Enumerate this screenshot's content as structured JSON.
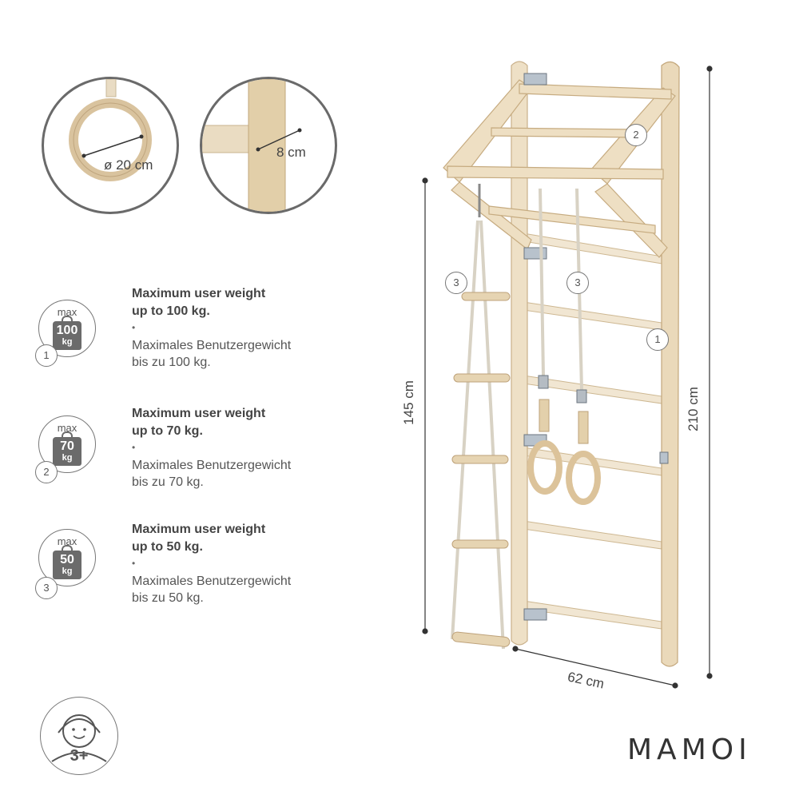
{
  "detail_ring": {
    "label": "ø 20 cm"
  },
  "detail_rung": {
    "label": "8 cm"
  },
  "dimensions": {
    "height_total": "210 cm",
    "height_ladder": "145 cm",
    "width": "62 cm"
  },
  "callouts": {
    "one": "1",
    "two": "2",
    "three": "3"
  },
  "weight_limits": [
    {
      "max": "max",
      "value": "100",
      "unit": "kg",
      "badge": "1",
      "en_line1": "Maximum user weight",
      "en_line2": "up to 100 kg.",
      "dot": "•",
      "de_line1": "Maximales Benutzergewicht",
      "de_line2": "bis zu 100 kg."
    },
    {
      "max": "max",
      "value": "70",
      "unit": "kg",
      "badge": "2",
      "en_line1": "Maximum user weight",
      "en_line2": "up to 70 kg.",
      "dot": "•",
      "de_line1": "Maximales Benutzergewicht",
      "de_line2": "bis zu 70 kg."
    },
    {
      "max": "max",
      "value": "50",
      "unit": "kg",
      "badge": "3",
      "en_line1": "Maximum user weight",
      "en_line2": "up to 50 kg.",
      "dot": "•",
      "de_line1": "Maximales Benutzergewicht",
      "de_line2": "bis zu 50 kg."
    }
  ],
  "age_badge": {
    "label": "3+"
  },
  "brand": {
    "name": "MAMOI"
  }
}
